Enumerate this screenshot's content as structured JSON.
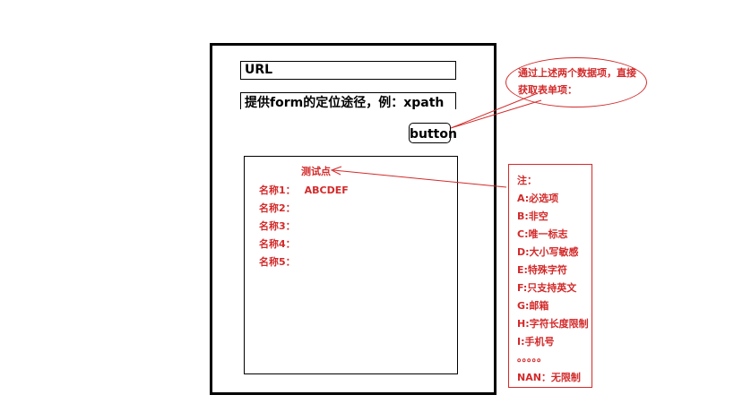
{
  "form_mock": {
    "url_label": "URL",
    "locator_label": "提供form的定位途径，例：xpath",
    "button_label": "button"
  },
  "result_panel": {
    "title": "测试点",
    "fields": [
      {
        "label": "名称1：",
        "value": "ABCDEF"
      },
      {
        "label": "名称2：",
        "value": ""
      },
      {
        "label": "名称3：",
        "value": ""
      },
      {
        "label": "名称4：",
        "value": ""
      },
      {
        "label": "名称5：",
        "value": ""
      }
    ]
  },
  "annotation": {
    "line1": "通过上述两个数据项，直接",
    "line2": "获取表单项："
  },
  "rules": {
    "title": "注：",
    "items": [
      "A:必选项",
      "B:非空",
      "C:唯一标志",
      "D:大小写敏感",
      "E:特殊字符",
      "F:只支持英文",
      "G:邮箱",
      "H:字符长度限制",
      "I:手机号",
      "。。。。。",
      "NAN：无限制"
    ]
  },
  "colors": {
    "annotation_red": "#d32a2a",
    "outline": "#000000"
  }
}
